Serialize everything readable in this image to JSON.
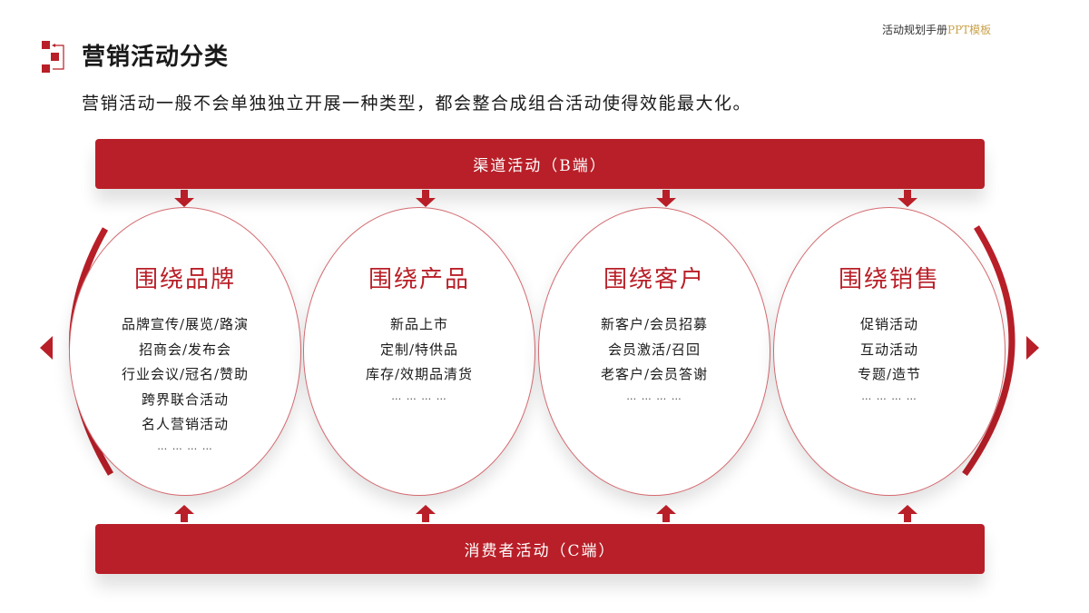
{
  "header": {
    "note_text": "活动规划手册",
    "note_accent": "PPT模板",
    "title": "营销活动分类",
    "subtitle": "营销活动一般不会单独独立开展一种类型，都会整合成组合活动使得效能最大化。"
  },
  "colors": {
    "primary_red": "#B91F28",
    "accent_gold": "#C9A24B",
    "ellipse_border": "#D46A70"
  },
  "bars": {
    "top_label": "渠道活动（B端）",
    "bottom_label": "消费者活动（C端）"
  },
  "categories": [
    {
      "title": "围绕品牌",
      "items": [
        "品牌宣传/展览/路演",
        "招商会/发布会",
        "行业会议/冠名/赞助",
        "跨界联合活动",
        "名人营销活动"
      ],
      "ellipsis": "… … … …"
    },
    {
      "title": "围绕产品",
      "items": [
        "新品上市",
        "定制/特供品",
        "库存/效期品清货"
      ],
      "ellipsis": "… … … …"
    },
    {
      "title": "围绕客户",
      "items": [
        "新客户/会员招募",
        "会员激活/召回",
        "老客户/会员答谢"
      ],
      "ellipsis": "… … … …"
    },
    {
      "title": "围绕销售",
      "items": [
        "促销活动",
        "互动活动",
        "专题/造节"
      ],
      "ellipsis": "… … … …"
    }
  ],
  "icons": {
    "title_icon": "red-squares-bracket-icon",
    "down_arrow": "arrow-down-icon",
    "up_arrow": "arrow-up-icon",
    "left_arc": "arc-arrow-left-icon",
    "right_arc": "arc-arrow-right-icon"
  }
}
